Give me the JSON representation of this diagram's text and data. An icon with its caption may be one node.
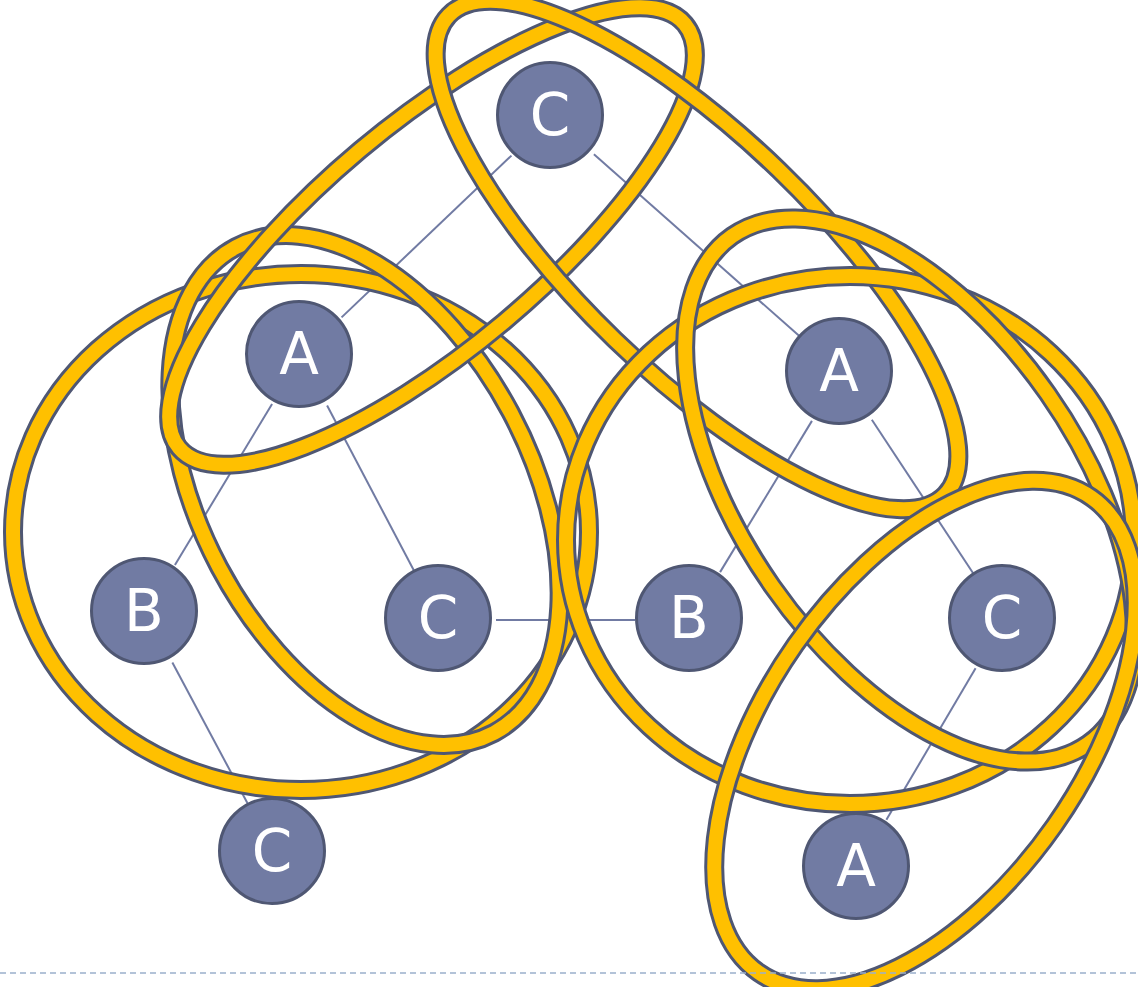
{
  "diagram": {
    "nodes": [
      {
        "text": [
          "C"
        ]
      },
      {
        "text": [
          "A"
        ]
      },
      {
        "text": [
          "A"
        ]
      },
      {
        "text": [
          "B"
        ]
      },
      {
        "text": [
          "C"
        ]
      },
      {
        "text": [
          "B"
        ]
      },
      {
        "text": [
          "C"
        ]
      },
      {
        "text": [
          "C"
        ]
      },
      {
        "text": [
          "A"
        ]
      }
    ],
    "edges": [
      {
        "from": 0,
        "to": 1,
        "arrow": "none"
      },
      {
        "from": 0,
        "to": 2,
        "arrow": "none"
      },
      {
        "from": 1,
        "to": 3,
        "arrow": "none"
      },
      {
        "from": 1,
        "to": 4,
        "arrow": "none"
      },
      {
        "from": 2,
        "to": 5,
        "arrow": "none"
      },
      {
        "from": 2,
        "to": 6,
        "arrow": "none"
      },
      {
        "from": 3,
        "to": 7,
        "arrow": "none"
      },
      {
        "from": 4,
        "to": 5,
        "arrow": "none"
      },
      {
        "from": 6,
        "to": 8,
        "arrow": "none"
      }
    ]
  }
}
